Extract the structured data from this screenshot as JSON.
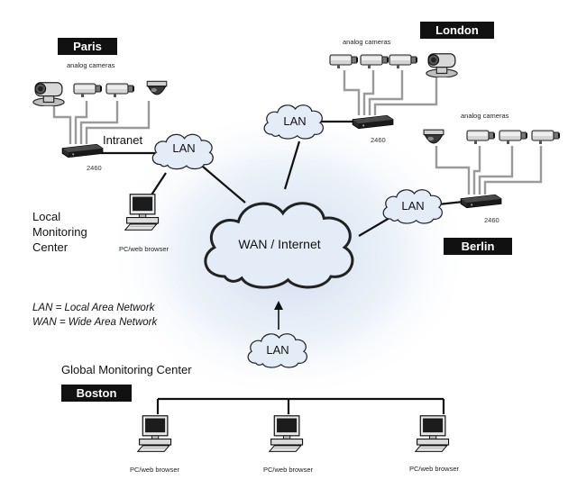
{
  "sites": {
    "paris": "Paris",
    "london": "London",
    "berlin": "Berlin",
    "boston": "Boston"
  },
  "labels": {
    "analog_cameras": "analog cameras",
    "model": "2460",
    "intranet": "Intranet",
    "lan": "LAN",
    "wan": "WAN / Internet",
    "pc_browser": "PC/web browser",
    "local_monitoring": [
      "Local",
      "Monitoring",
      "Center"
    ],
    "global_monitoring": "Global Monitoring Center"
  },
  "legend": {
    "lan_def": "LAN = Local Area Network",
    "wan_def": "WAN = Wide Area Network"
  },
  "colors": {
    "cloud_fill": "#e4edf7",
    "cloud_stroke": "#222222",
    "city_bg": "#111111",
    "camera_body": "#cfcfcf",
    "server_body": "#2b2b2b",
    "glow": "#c9d8ee"
  },
  "icons": [
    "camera-icon",
    "dome-camera-icon",
    "ptz-camera-icon",
    "video-server-icon",
    "computer-icon"
  ]
}
